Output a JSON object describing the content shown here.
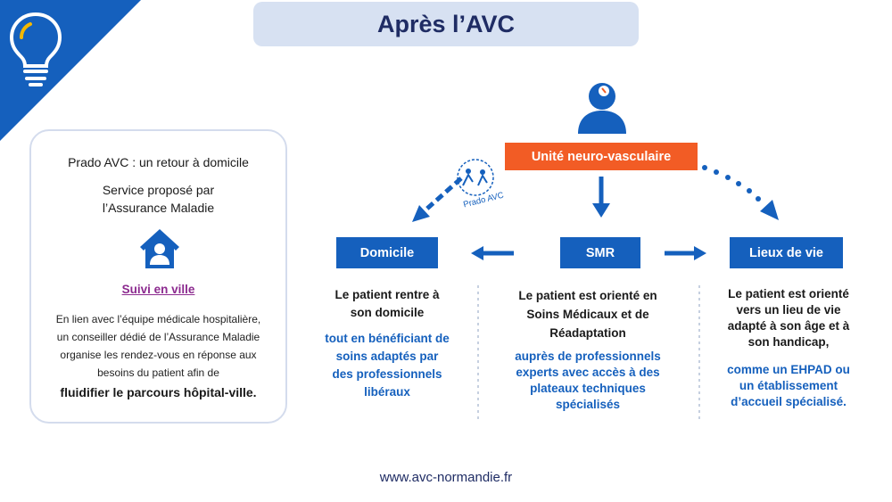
{
  "title": "Après l’AVC",
  "colors": {
    "navy": "#1f2c64",
    "blue": "#1560bd",
    "orange": "#f25c25",
    "light": "#d7e1f2",
    "purple": "#8c2a8f",
    "yellow": "#f5b800"
  },
  "left_card": {
    "heading": "Prado AVC : un retour à domicile",
    "service_line1": "Service proposé par",
    "service_line2": "l’Assurance Maladie",
    "house_icon": "house-person-icon",
    "link": "Suivi en ville",
    "body_lines": [
      "En lien avec l’équipe médicale hospitalière,",
      "un conseiller dédié de l’Assurance Maladie",
      "organise les rendez-vous en réponse aux",
      "besoins du patient afin de"
    ],
    "emphasis": "fluidifier le parcours hôpital-ville."
  },
  "top_node": {
    "label": "Unité neuro-vasculaire",
    "icon": "patient-bust-icon"
  },
  "prado_logo": {
    "label": "Prado AVC",
    "icon": "prado-logo-icon"
  },
  "columns": [
    {
      "label": "Domicile",
      "dark_lines": [
        "Le patient rentre à",
        "son domicile"
      ],
      "blue_lines": [
        "tout en bénéficiant de",
        "soins adaptés par",
        "des professionnels",
        "libéraux"
      ]
    },
    {
      "label": "SMR",
      "dark_lines": [
        "Le patient est orienté en",
        "Soins Médicaux et de",
        "Réadaptation"
      ],
      "blue_lines": [
        "auprès de professionnels",
        "experts avec accès à des",
        "plateaux techniques",
        "spécialisés"
      ]
    },
    {
      "label": "Lieux de vie",
      "dark_lines": [
        "Le patient est orienté",
        "vers un lieu de vie",
        "adapté à son âge et à",
        "son handicap,"
      ],
      "blue_lines": [
        "comme un EHPAD ou",
        "un établissement",
        "d’accueil spécialisé."
      ]
    }
  ],
  "footer": "www.avc-normandie.fr",
  "corner_icon": "lightbulb-icon"
}
